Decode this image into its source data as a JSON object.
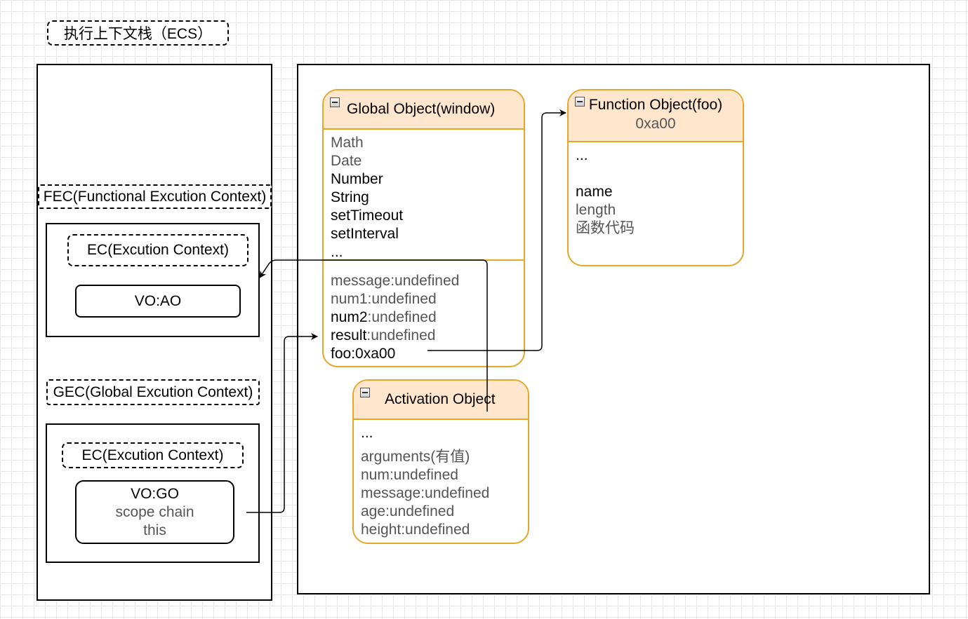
{
  "ecs_label": "执行上下文栈（ECS）",
  "fec_label": "FEC(Functional Excution Context)",
  "fec_ec_label": "EC(Excution Context)",
  "fec_vo_label": "VO:AO",
  "gec_label": "GEC(Global Excution Context)",
  "gec_ec_label": "EC(Excution Context)",
  "gec_vo": {
    "line1": "VO:GO",
    "line2": "scope chain",
    "line3": "this"
  },
  "global_object": {
    "title": "Global Object(window)",
    "props": [
      "Math",
      "Date",
      "Number",
      "String",
      "setTimeout",
      "setInterval",
      "..."
    ],
    "vars": [
      {
        "name": "message",
        "value": ":undefined"
      },
      {
        "name": "num1",
        "value": ":undefined"
      },
      {
        "name": "num2",
        "value": ":undefined"
      },
      {
        "name": "result",
        "value": ":undefined"
      },
      {
        "name": "foo",
        "value": ":0xa00"
      }
    ]
  },
  "function_object": {
    "title": "Function Object(foo)",
    "address": "0xa00",
    "lines": [
      "...",
      "",
      "name",
      "length",
      "函数代码"
    ]
  },
  "activation_object": {
    "title": "Activation Object",
    "lines": [
      "...",
      "arguments(有值)",
      "num:undefined",
      "message:undefined",
      "age:undefined",
      "height:undefined"
    ]
  },
  "colors": {
    "swimlane_border": "#e3a72a",
    "swimlane_header": "#ffe6cc",
    "text_gray": "#555555"
  }
}
